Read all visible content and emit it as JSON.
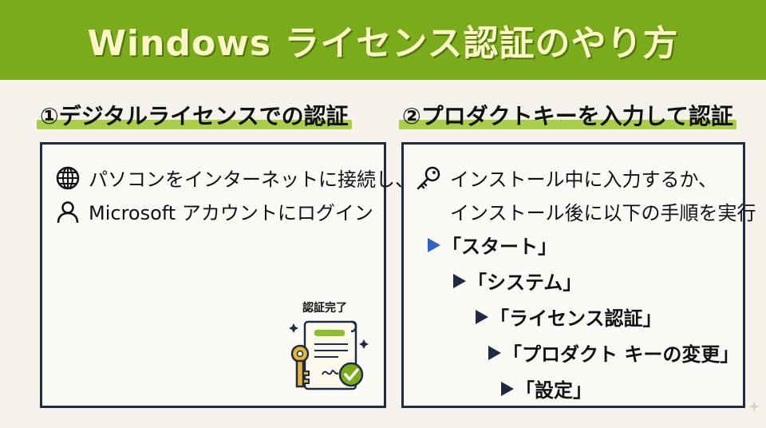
{
  "header": {
    "title": "Windows ライセンス認証のやり方"
  },
  "left": {
    "title": "①デジタルライセンスでの認証",
    "line1": "パソコンをインターネットに接続し、",
    "line2": "Microsoft アカウントにログイン",
    "icons": [
      "globe-icon",
      "user-icon"
    ],
    "illustration": {
      "label": "認証完了",
      "icon": "certificate-key-icon"
    }
  },
  "right": {
    "title": "②プロダクトキーを入力して認証",
    "line1": "インストール中に入力するか、",
    "line2": "インストール後に以下の手順を実行",
    "icons": [
      "key-icon"
    ],
    "steps": [
      "「スタート」",
      "「システム」",
      "「ライセンス認証」",
      "「プロダクト キーの変更」",
      "「設定」"
    ]
  },
  "colors": {
    "header_bg": "#7aab1a",
    "title_text": "#fbf6c4",
    "highlight": "#a9cf4a",
    "border": "#1f2a44",
    "first_arrow": "#2c66c4"
  }
}
